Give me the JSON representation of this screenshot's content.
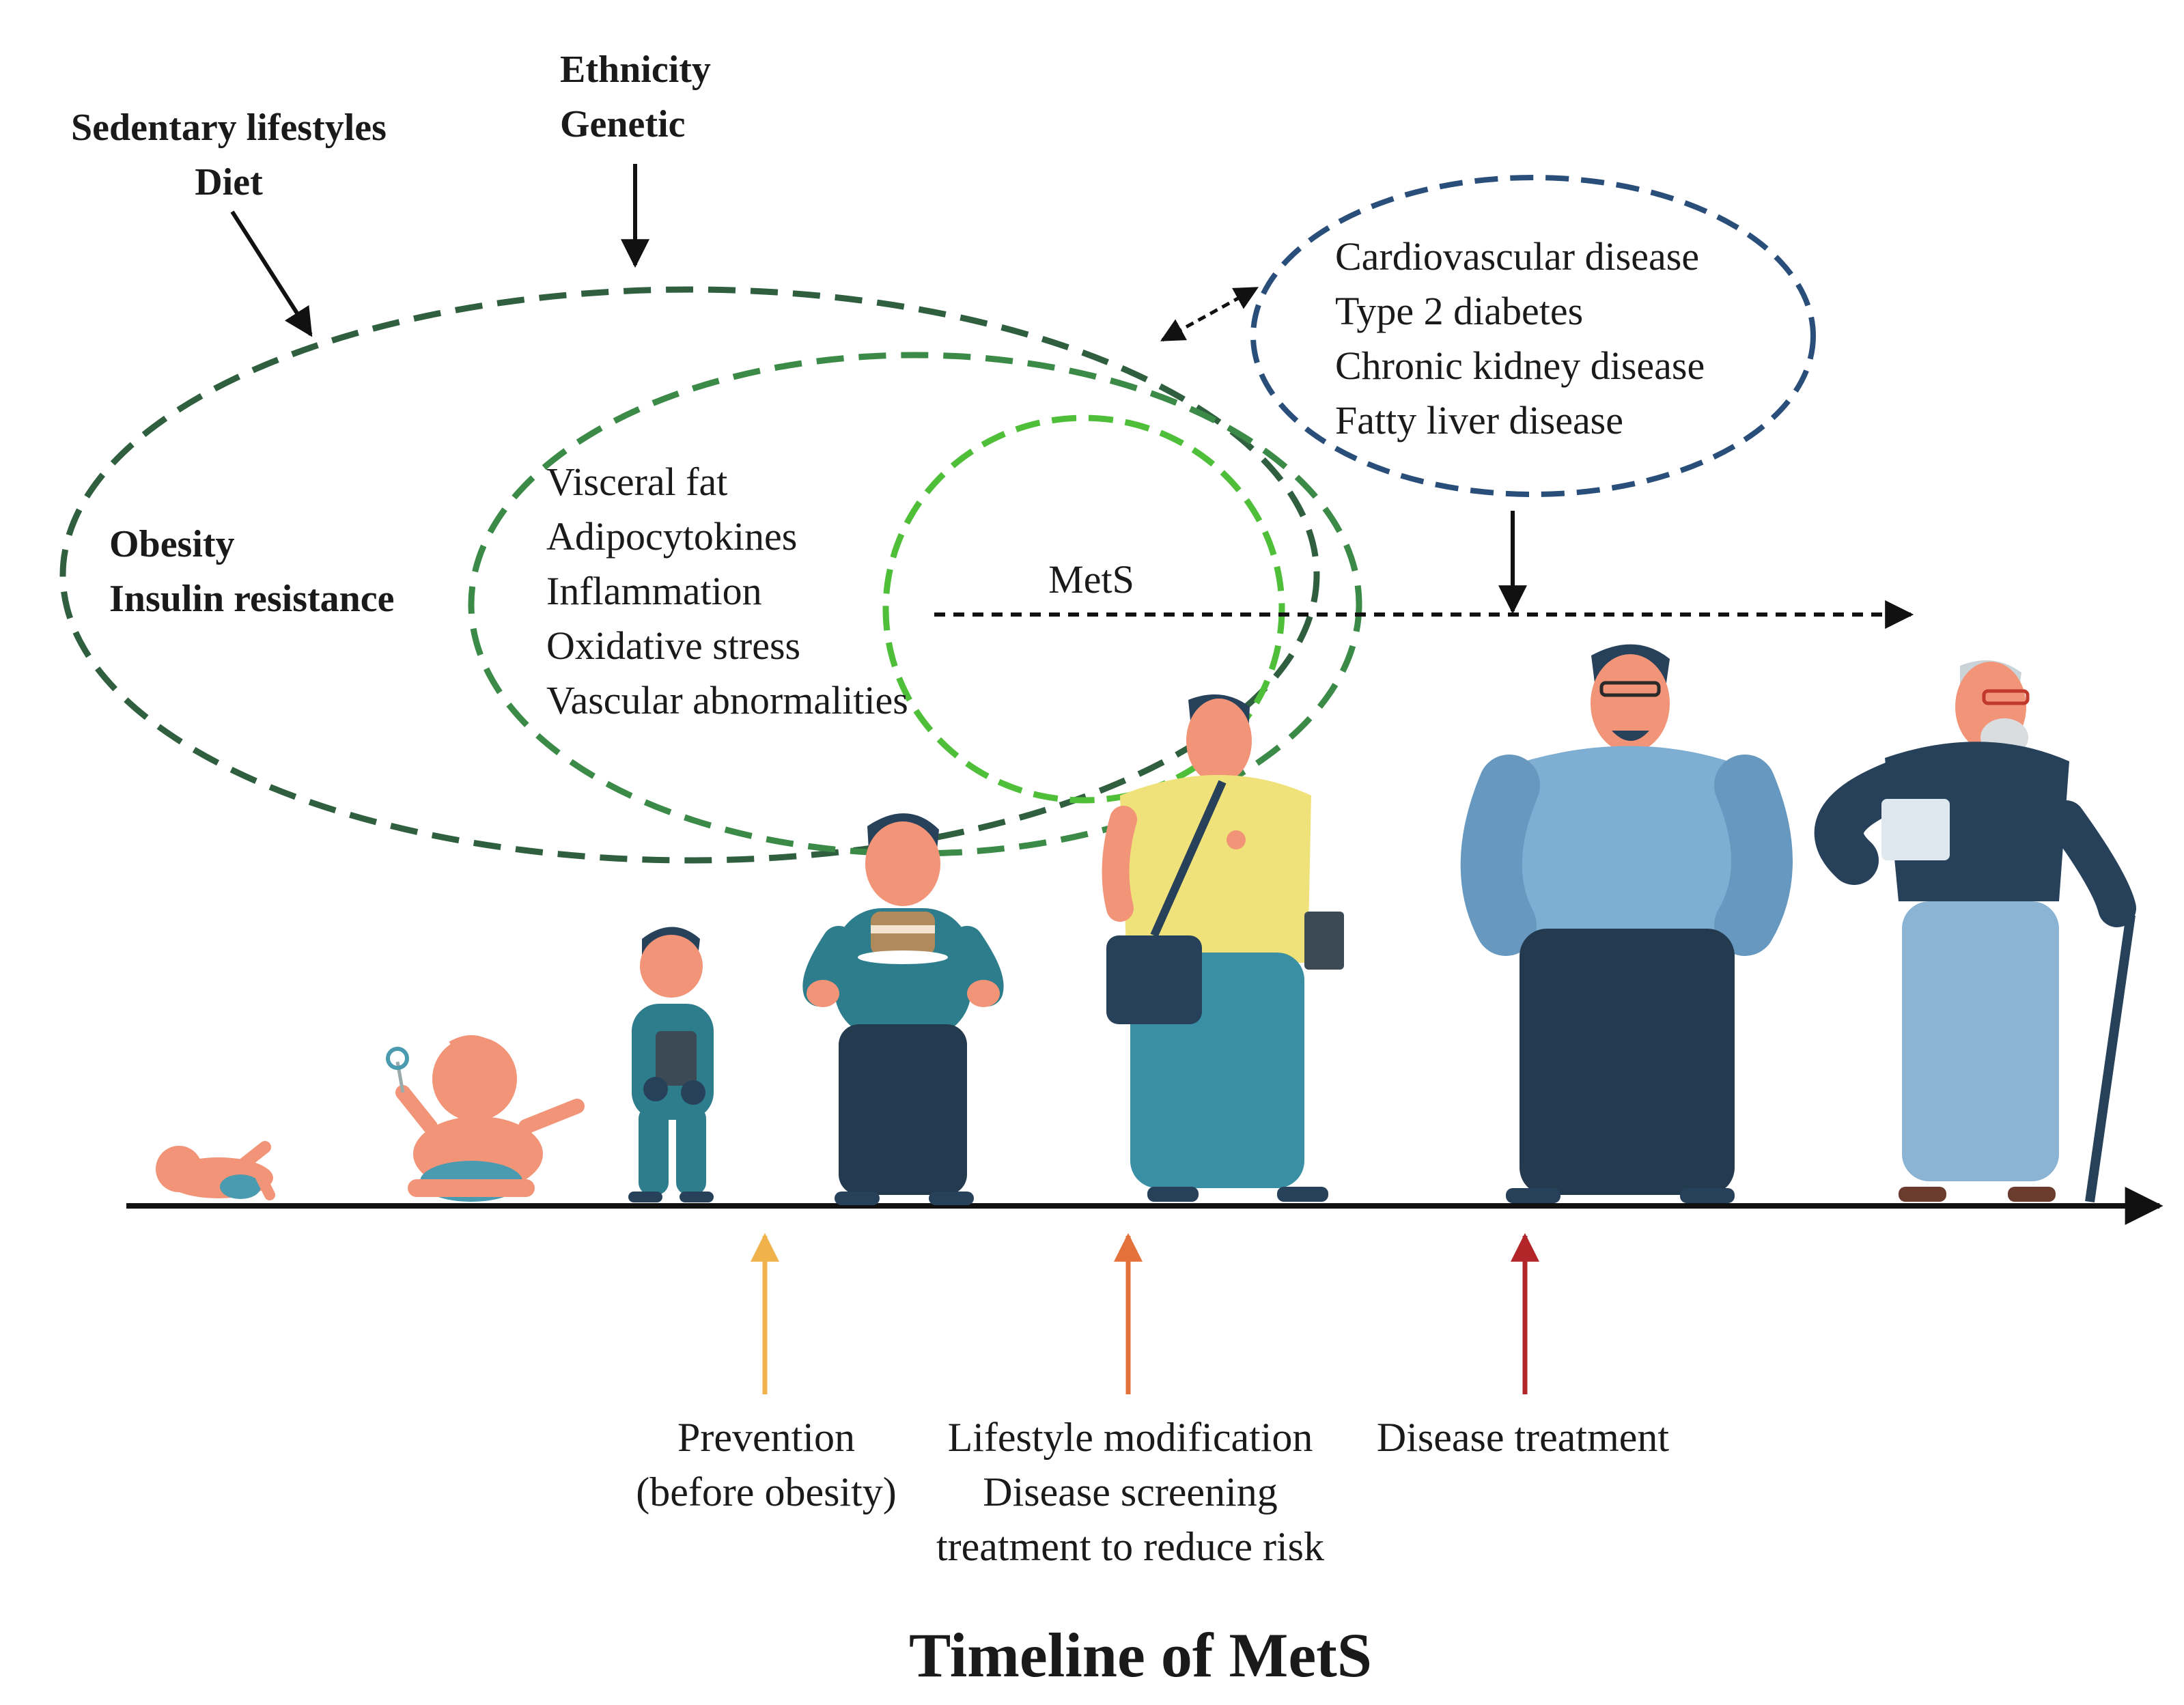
{
  "risk_factors": {
    "lifestyle": [
      "Sedentary lifestyles",
      "Diet"
    ],
    "genetic": [
      "Ethnicity",
      "Genetic"
    ]
  },
  "outer_conditions": [
    "Obesity",
    "Insulin resistance"
  ],
  "mechanisms": [
    "Visceral fat",
    "Adipocytokines",
    "Inflammation",
    "Oxidative stress",
    "Vascular abnormalities"
  ],
  "core": "MetS",
  "outcomes": [
    "Cardiovascular disease",
    "Type 2 diabetes",
    "Chronic kidney disease",
    "Fatty liver disease"
  ],
  "interventions": {
    "prevention": [
      "Prevention",
      "(before obesity)"
    ],
    "lifestyle": [
      "Lifestyle modification",
      "Disease screening",
      "treatment to reduce risk"
    ],
    "treatment": [
      "Disease treatment"
    ]
  },
  "title": "Timeline of MetS",
  "colors": {
    "outer_ellipse": "#2f5f3f",
    "middle_ellipse": "#3b8a47",
    "inner_ellipse": "#4fbf3a",
    "outcome_ellipse": "#2a4e7a",
    "prevention_arrow": "#f0b24a",
    "lifestyle_arrow": "#e4703a",
    "treatment_arrow": "#b2262a",
    "skin": "#f29478",
    "hair": "#27415a"
  },
  "people": [
    "newborn",
    "baby",
    "toddler",
    "child",
    "young-adult",
    "adult",
    "elderly"
  ]
}
